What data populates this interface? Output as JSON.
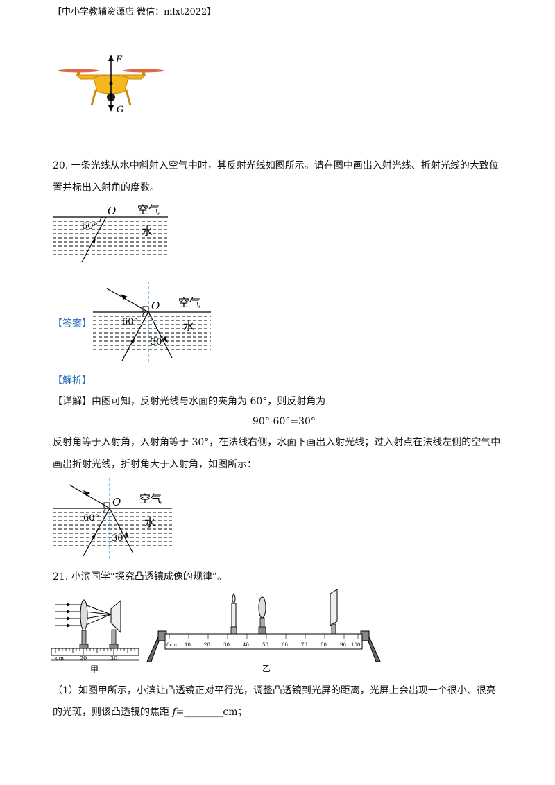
{
  "header": "【中小学教辅资源店 微信：mlxt2022】",
  "drone_figure": {
    "force_up": "F",
    "force_down": "G"
  },
  "q20": {
    "number_text": "20. 一条光线从水中斜射入空气中时，其反射光线如图所示。请在图中画出入射光线、折射光线的大致位",
    "line2": "置并标出入射角的度数。",
    "figure": {
      "point": "O",
      "air": "空气",
      "water": "水",
      "angle": "60°"
    }
  },
  "answer": {
    "label": "【答案】",
    "figure": {
      "point": "O",
      "air": "空气",
      "water": "水",
      "angle_a": "60°",
      "angle_b": "30°"
    }
  },
  "analysis": {
    "label": "【解析】",
    "detail_label": "【详解】",
    "detail_text": "由图可知，反射光线与水面的夹角为 60°，则反射角为",
    "equation": "90°-60°=30°",
    "para_line1": "反射角等于入射角，入射角等于 30°，在法线右侧，水面下画出入射光线；过入射点在法线左侧的空气中",
    "para_line2": "画出折射光线，折射角大于入射角，如图所示："
  },
  "q21": {
    "title": "21. 小滨同学“探究凸透镜成像的规律”。",
    "fig_jia_label": "甲",
    "fig_yi_label": "乙",
    "jia_ticks": [
      "cm",
      "20",
      "30"
    ],
    "yi_ticks": [
      "0cm",
      "10",
      "20",
      "30",
      "40",
      "50",
      "60",
      "70",
      "80",
      "90",
      "100"
    ],
    "part1_line1": "（1）如图甲所示，小滨让凸透镜正对平行光，调整凸透镜到光屏的距离，光屏上会出现一个很小、很亮",
    "part1_line2_prefix": "的光斑，则该凸透镜的焦距 ",
    "part1_f": "f",
    "part1_eq": "=________cm；"
  }
}
